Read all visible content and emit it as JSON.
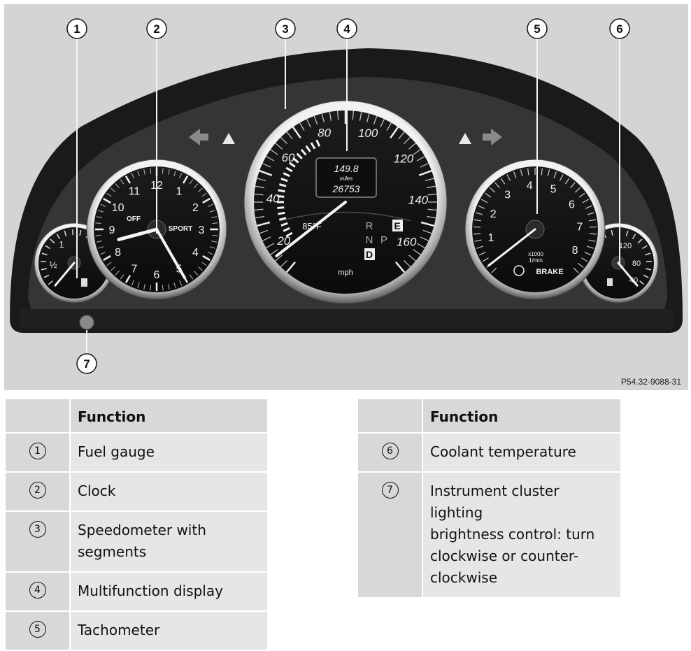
{
  "figure": {
    "reference_code": "P54.32-9088-31",
    "callouts": [
      "1",
      "2",
      "3",
      "4",
      "5",
      "6",
      "7"
    ],
    "speedometer": {
      "scale": [
        "20",
        "40",
        "60",
        "80",
        "100",
        "120",
        "140",
        "160"
      ],
      "unit": "mph",
      "display": {
        "trip": "149.8",
        "trip_unit": "miles",
        "odometer": "26753"
      },
      "outside_temp": "85°F",
      "gear_indicator": {
        "r": "R",
        "n": "N",
        "p": "P",
        "d": "D",
        "mode": "E"
      }
    },
    "clock": {
      "numbers": [
        "12",
        "1",
        "2",
        "3",
        "4",
        "5",
        "6",
        "7",
        "8",
        "9",
        "10",
        "11"
      ],
      "sport_label": "SPORT",
      "off_label": "OFF"
    },
    "tachometer": {
      "numbers": [
        "1",
        "2",
        "3",
        "4",
        "5",
        "6",
        "7",
        "8"
      ],
      "unit_line1": "x1000",
      "unit_line2": "1/min",
      "brake_label": "BRAKE"
    },
    "fuel_gauge": {
      "labels": [
        "1",
        "½"
      ]
    },
    "coolant_gauge": {
      "labels": [
        "120",
        "80",
        "40"
      ]
    }
  },
  "table_left": {
    "header": "Function",
    "rows": [
      {
        "num": "1",
        "lines": [
          "Fuel gauge"
        ]
      },
      {
        "num": "2",
        "lines": [
          "Clock"
        ]
      },
      {
        "num": "3",
        "lines": [
          "Speedometer with",
          "segments"
        ]
      },
      {
        "num": "4",
        "lines": [
          "Multifunction display"
        ]
      },
      {
        "num": "5",
        "lines": [
          "Tachometer"
        ]
      }
    ]
  },
  "table_right": {
    "header": "Function",
    "rows": [
      {
        "num": "6",
        "lines": [
          "Coolant temperature"
        ]
      },
      {
        "num": "7",
        "lines": [
          "Instrument cluster lighting",
          "brightness control: turn",
          "clockwise or counter-",
          "clockwise"
        ]
      }
    ]
  }
}
